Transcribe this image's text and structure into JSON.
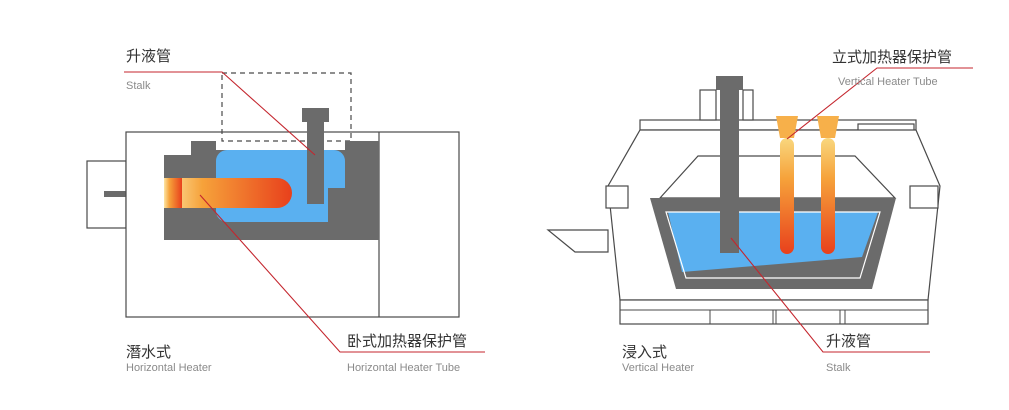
{
  "diagram": {
    "colors": {
      "molten_metal": "#5ab0f0",
      "steel": "#6b6b6b",
      "outline": "#4a4a4a",
      "leader_line": "#c4262e",
      "heater_hot": "#e8401c",
      "heater_warm": "#f6a23a",
      "heater_cool": "#fde5a4"
    },
    "left": {
      "stalk_label_zh": "升液管",
      "stalk_label_en": "Stalk",
      "type_label_zh": "潛水式",
      "type_label_en": "Horizontal Heater",
      "heater_label_zh": "卧式加热器保护管",
      "heater_label_en": "Horizontal Heater Tube"
    },
    "right": {
      "heater_label_zh": "立式加热器保护管",
      "heater_label_en": "Vertical Heater Tube",
      "type_label_zh": "浸入式",
      "type_label_en": "Vertical Heater",
      "stalk_label_zh": "升液管",
      "stalk_label_en": "Stalk"
    }
  }
}
